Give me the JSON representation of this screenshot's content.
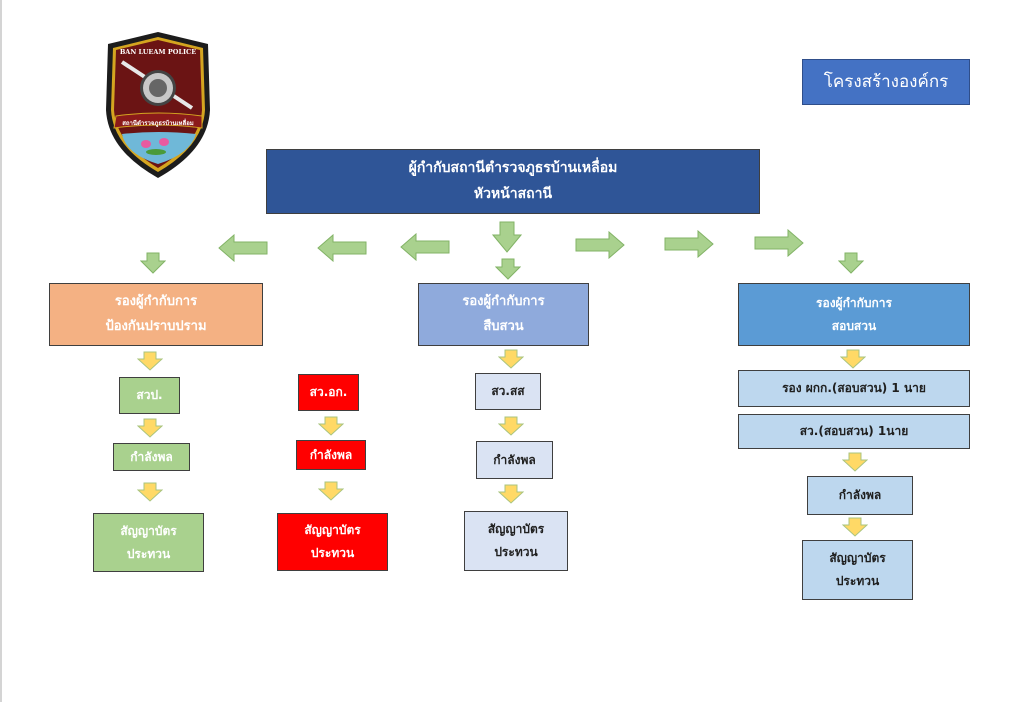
{
  "title": "โครงสร้างองค์กร",
  "logo": {
    "icon": "police-badge-icon",
    "top_text": "BAN LUEAM POLICE",
    "ribbon_text": "สถานีตำรวจภูธรบ้านเหลื่อม"
  },
  "head": {
    "line1": "ผู้กำกับสถานีตำรวจภูธรบ้านเหลื่อม",
    "line2": "หัวหน้าสถานี"
  },
  "branches": [
    {
      "id": "prevention",
      "line1": "รองผู้กำกับการ",
      "line2": "ป้องกันปราบปราม",
      "color": "#f4b183"
    },
    {
      "id": "investigation",
      "line1": "รองผู้กำกับการ",
      "line2": "สืบสวน",
      "color": "#8faadc"
    },
    {
      "id": "inquiry",
      "line1": "รองผู้กำกับการ",
      "line2": "สอบสวน",
      "color": "#5b9bd5"
    }
  ],
  "columns": [
    {
      "id": "patrol",
      "color": "#a9d18e",
      "unit": "สวป.",
      "force": "กำลังพล",
      "officers_line1": "สัญญาบัตร",
      "officers_line2": "ประทวน"
    },
    {
      "id": "admin",
      "color": "#ff0000",
      "unit": "สว.อก.",
      "force": "กำลังพล",
      "officers_line1": "สัญญาบัตร",
      "officers_line2": "ประทวน"
    },
    {
      "id": "investigation",
      "color": "#dae3f3",
      "unit": "สว.สส",
      "force": "กำลังพล",
      "officers_line1": "สัญญาบัตร",
      "officers_line2": "ประทวน"
    },
    {
      "id": "inquiry",
      "color": "#bdd7ee",
      "deputy": "รอง ผกก.(สอบสวน) 1 นาย",
      "inspector": "สว.(สอบสวน) 1นาย",
      "force": "กำลังพล",
      "officers_line1": "สัญญาบัตร",
      "officers_line2": "ประทวน"
    }
  ],
  "colors": {
    "head": "#2f5597",
    "title": "#4472c4",
    "green_arrow": "#a9d18e",
    "yellow_arrow": "#ffd966"
  }
}
